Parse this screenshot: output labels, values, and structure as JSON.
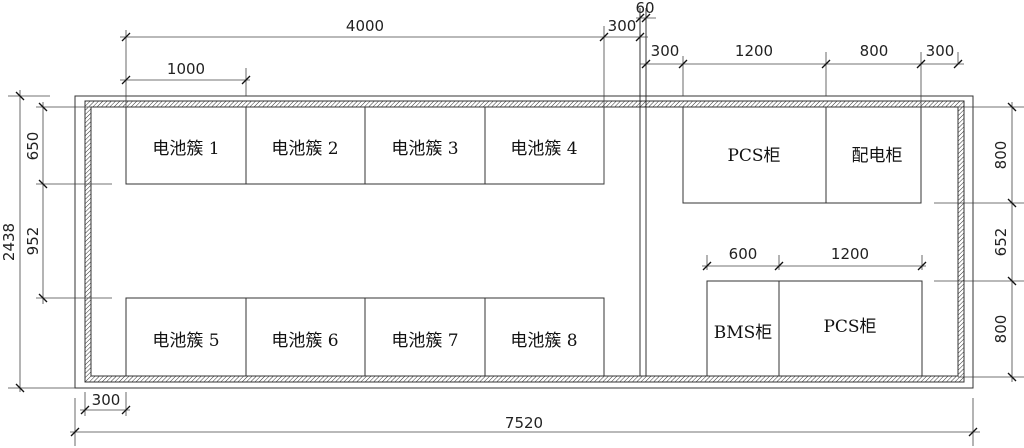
{
  "rooms": {
    "battery_clusters": [
      "电池簇 1",
      "电池簇 2",
      "电池簇 3",
      "电池簇 4",
      "电池簇 5",
      "电池簇 6",
      "电池簇 7",
      "电池簇 8"
    ],
    "equipment": {
      "pcs_top": "PCS柜",
      "distribution": "配电柜",
      "bms": "BMS柜",
      "pcs_bottom": "PCS柜"
    }
  },
  "dimensions": {
    "top_total": "4000",
    "top_gap": "300",
    "partition": "60",
    "cluster_width": "1000",
    "right_top": [
      "300",
      "1200",
      "800",
      "300"
    ],
    "lower_row": [
      "600",
      "1200"
    ],
    "left_total": "2438",
    "left_parts": [
      "650",
      "952"
    ],
    "right_side": [
      "800",
      "652",
      "800"
    ],
    "bottom_offset": "300",
    "bottom_total": "7520"
  }
}
